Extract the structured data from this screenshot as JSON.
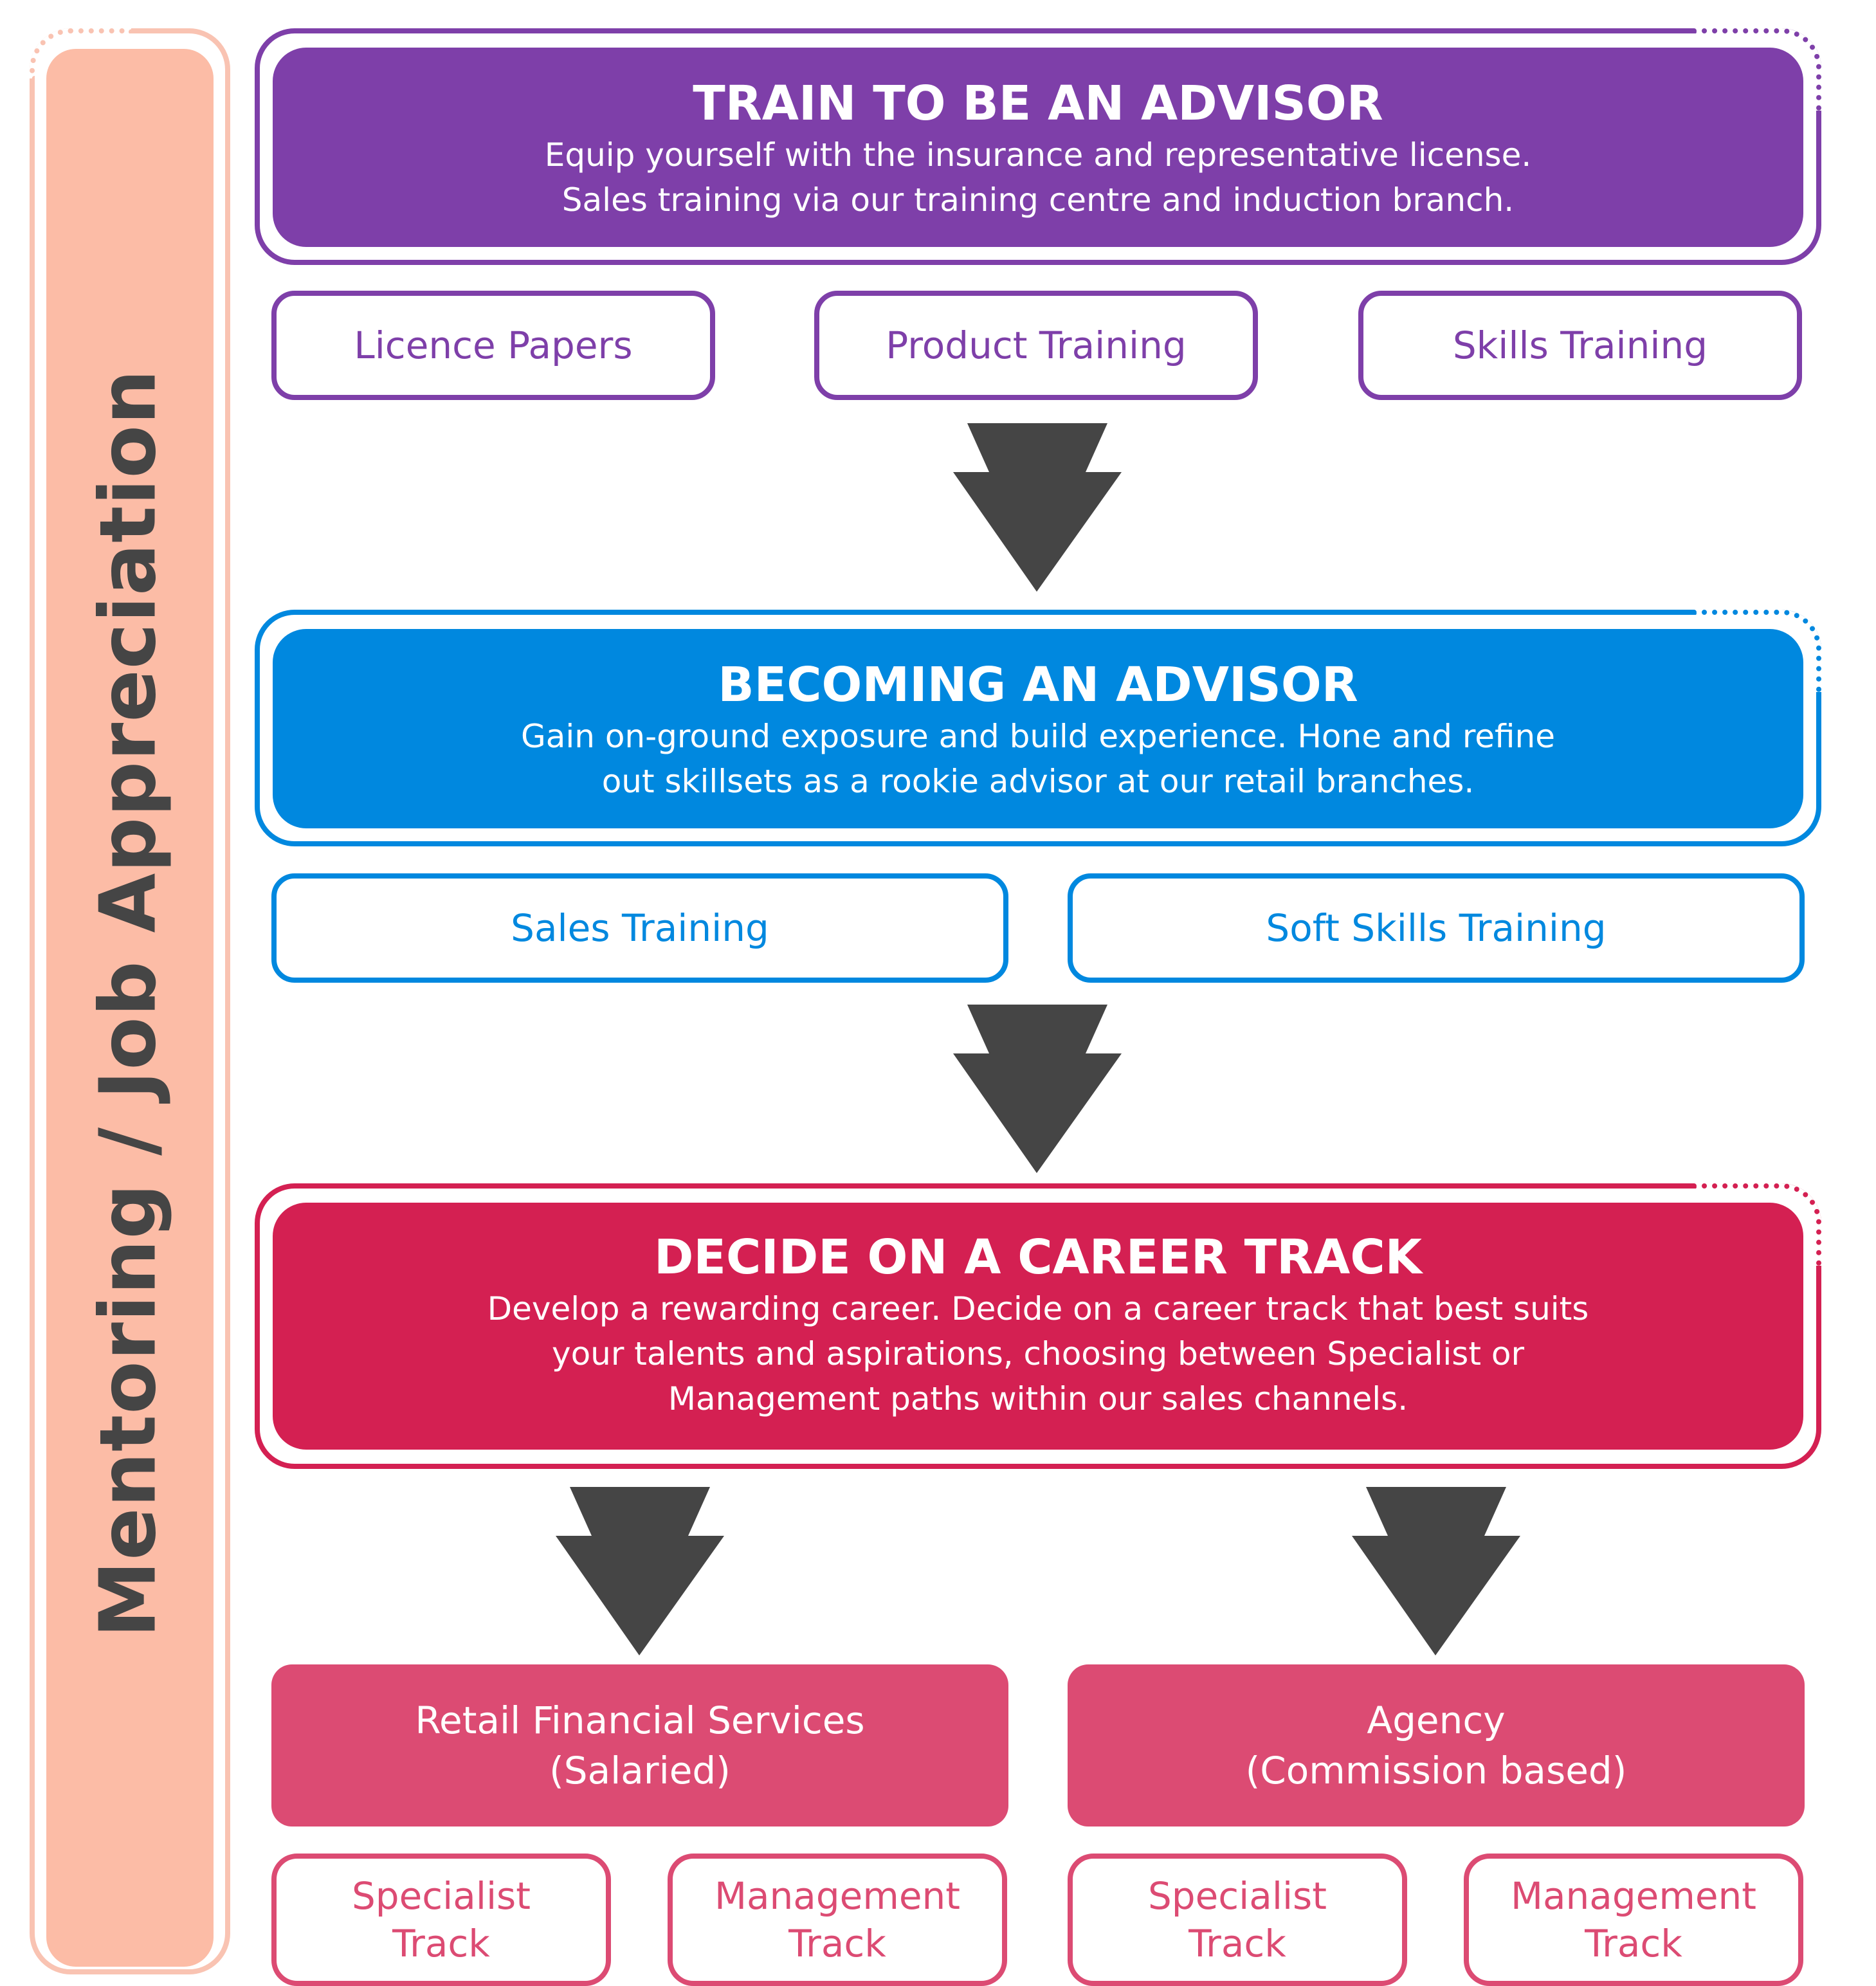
{
  "sidebar": {
    "label": "Mentoring / Job Appreciation"
  },
  "colors": {
    "purple": "#7e3fa9",
    "blue": "#0088df",
    "crimson": "#d42052",
    "pink": "#dc4b73",
    "peach": "#fcbca6",
    "arrow": "#454545"
  },
  "stages": [
    {
      "title": "TRAIN TO BE AN ADVISOR",
      "lines": [
        "Equip yourself with the insurance and representative license.",
        "Sales training via our training centre and induction branch."
      ],
      "items": [
        "Licence Papers",
        "Product Training",
        "Skills Training"
      ]
    },
    {
      "title": "BECOMING AN ADVISOR",
      "lines": [
        "Gain on-ground exposure and build experience. Hone and refine",
        "out skillsets as a rookie advisor at our retail branches."
      ],
      "items": [
        "Sales Training",
        "Soft Skills Training"
      ]
    },
    {
      "title": "DECIDE ON A CAREER TRACK",
      "lines": [
        "Develop a rewarding career. Decide on a career track that best suits",
        "your talents and aspirations, choosing between Specialist or",
        "Management paths within our sales channels."
      ]
    }
  ],
  "tracks": [
    {
      "name": "Retail Financial Services",
      "note": "(Salaried)",
      "options": [
        [
          "Specialist",
          "Track"
        ],
        [
          "Management",
          "Track"
        ]
      ]
    },
    {
      "name": "Agency",
      "note": "(Commission based)",
      "options": [
        [
          "Specialist",
          "Track"
        ],
        [
          "Management",
          "Track"
        ]
      ]
    }
  ]
}
